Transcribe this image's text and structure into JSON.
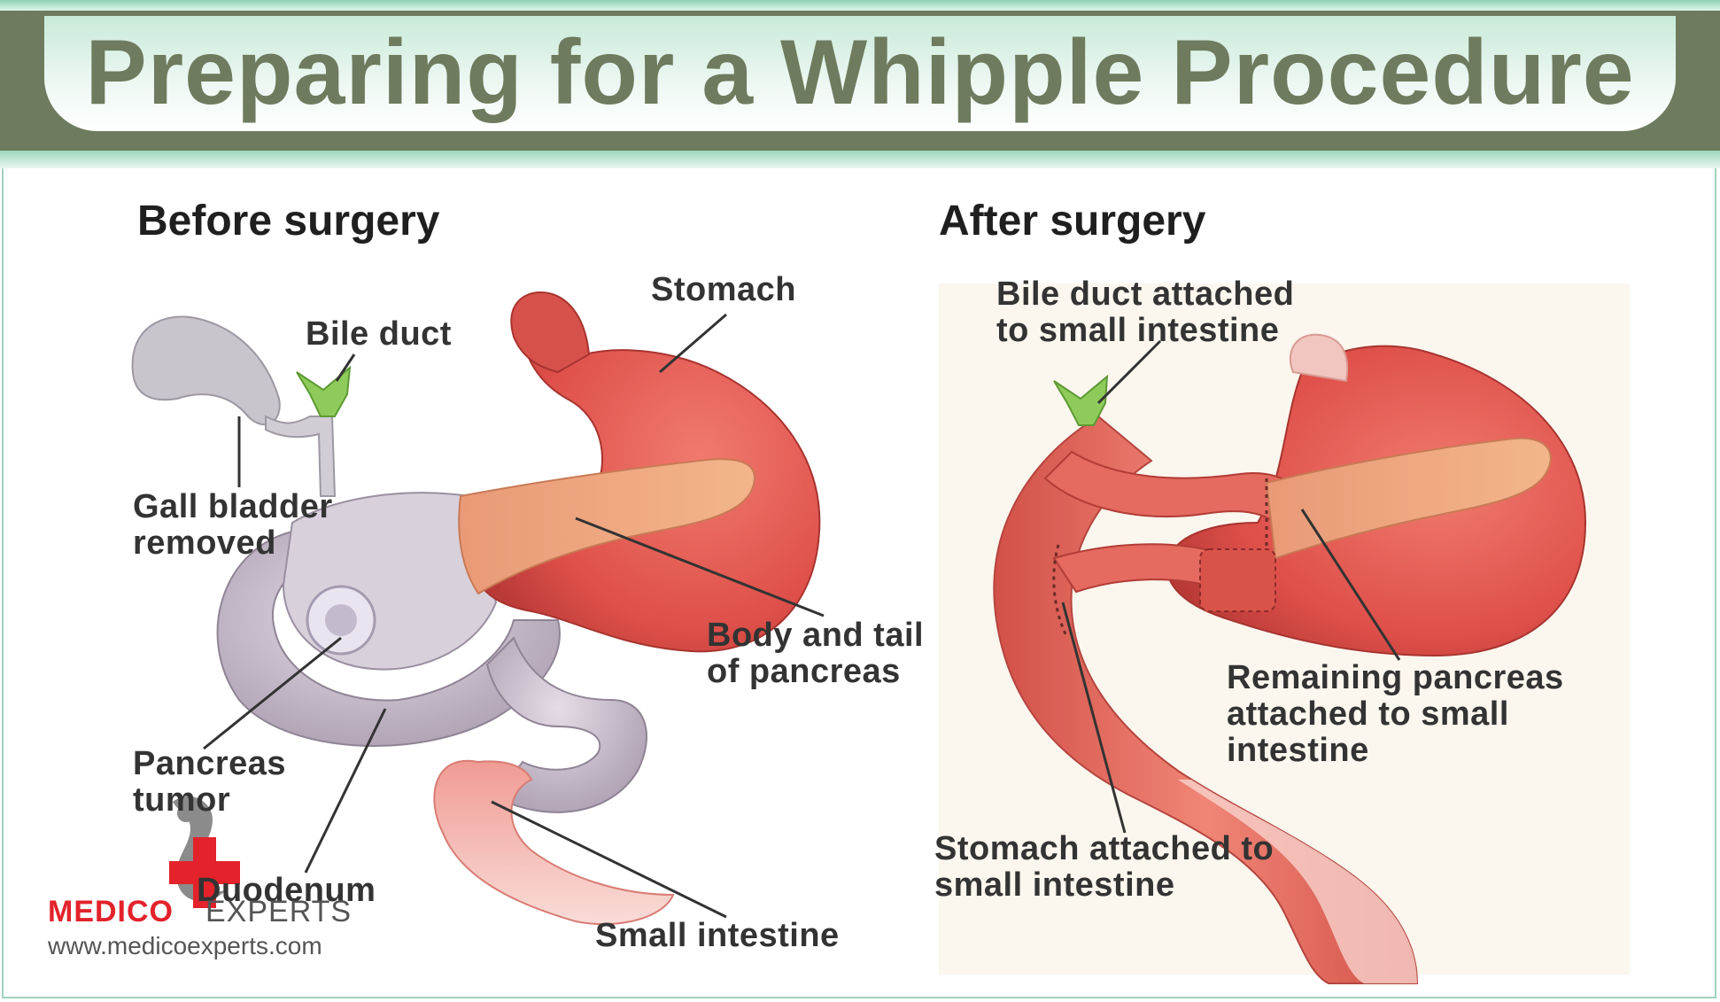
{
  "title": "Preparing for a Whipple Procedure",
  "before": {
    "heading": "Before surgery",
    "labels": {
      "stomach": "Stomach",
      "bile_duct": "Bile duct",
      "gall_bladder": [
        "Gall bladder",
        "removed"
      ],
      "body_tail": [
        "Body and tail",
        "of pancreas"
      ],
      "tumor": [
        "Pancreas",
        "tumor"
      ],
      "duodenum": "Duodenum",
      "small_intestine": "Small intestine"
    }
  },
  "after": {
    "heading": "After surgery",
    "labels": {
      "bile_attached": [
        "Bile duct attached",
        "to small intestine"
      ],
      "remaining": [
        "Remaining pancreas",
        "attached to small",
        "intestine"
      ],
      "stomach_attached": [
        "Stomach attached to",
        "small intestine"
      ]
    }
  },
  "logo": {
    "brand_bold": "MEDICO",
    "brand_light": "EXPERTS",
    "url": "www.medicoexperts.com"
  },
  "colors": {
    "banner": "#6e7b5e",
    "accent": "#9fd3bc",
    "stomach": "#df5a52",
    "pancreas": "#efa27a",
    "duodenum": "#c7bcc9",
    "bile": "#8fcb5a",
    "logo_red": "#e3222b"
  }
}
